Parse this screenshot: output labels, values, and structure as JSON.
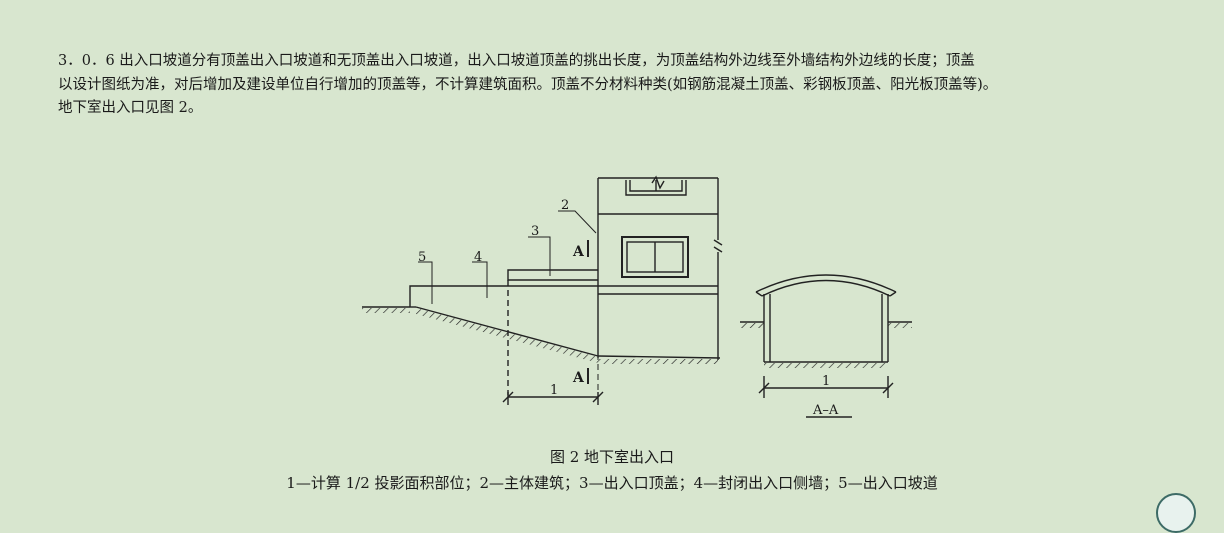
{
  "paragraph": {
    "lines": [
      "3．0．6 出入口坡道分有顶盖出入口坡道和无顶盖出入口坡道，出入口坡道顶盖的挑出长度，为顶盖结构外边线至外墙结构外边线的长度；顶盖",
      "以设计图纸为准，对后增加及建设单位自行增加的顶盖等，不计算建筑面积。顶盖不分材料种类(如钢筋混凝土顶盖、彩钢板顶盖、阳光板顶盖等)。",
      "地下室出入口见图 2。"
    ]
  },
  "figure": {
    "labels": {
      "l1": "1",
      "l2": "2",
      "l3": "3",
      "l4": "4",
      "l5": "5",
      "section_top": "A",
      "section_bottom": "A",
      "section_dim": "1",
      "section_title": "A–A"
    },
    "title": "图 2 地下室出入口",
    "legend": "1—计算 1/2 投影面积部位；2—主体建筑；3—出入口顶盖；4—封闭出入口侧墙；5—出入口坡道"
  }
}
